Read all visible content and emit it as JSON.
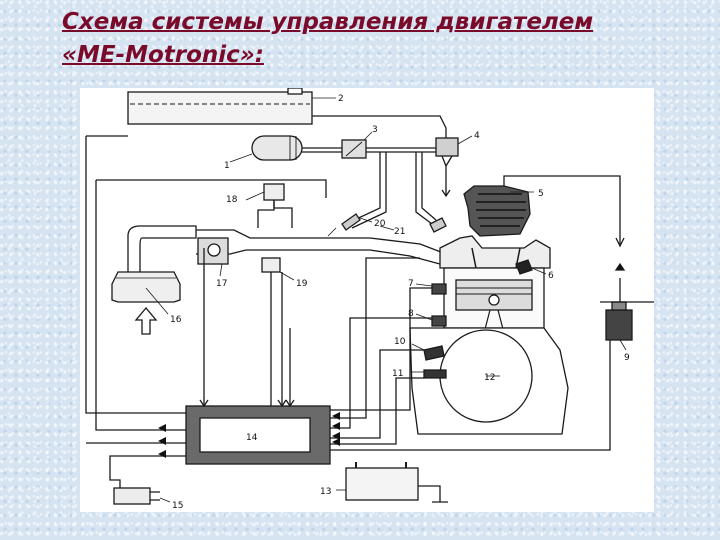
{
  "slide": {
    "title_line1": "Схема системы управления двигателем",
    "title_line2": "«ME-Motronic»:",
    "title_color": "#7a0a2a",
    "background_color": "#d6e4f2"
  },
  "diagram": {
    "labels": [
      "1",
      "2",
      "3",
      "4",
      "5",
      "6",
      "7",
      "8",
      "9",
      "10",
      "11",
      "12",
      "13",
      "14",
      "15",
      "16",
      "17",
      "18",
      "19",
      "20",
      "21"
    ]
  }
}
